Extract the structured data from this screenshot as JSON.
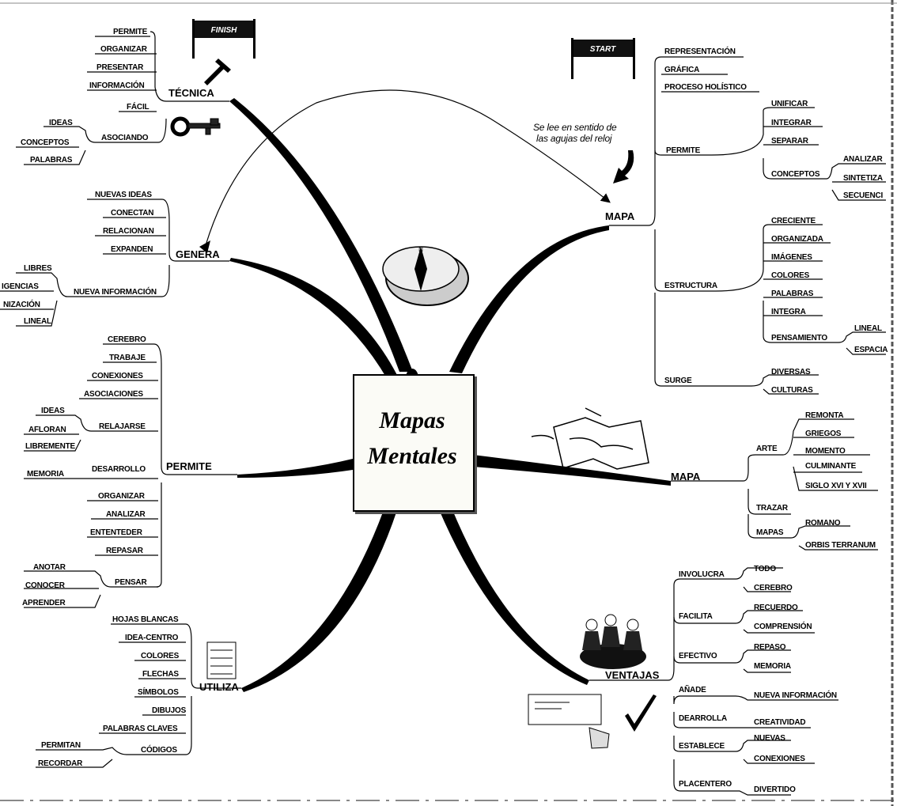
{
  "center": {
    "line1": "Mapas",
    "line2": "Mentales"
  },
  "flags": {
    "finish": "FINISH",
    "start": "START"
  },
  "note": {
    "line1": "Se lee en sentido de",
    "line2": "las agujas del reloj"
  },
  "branches": {
    "tecnica": {
      "label": "TÉCNICA",
      "items": [
        "PERMITE",
        "ORGANIZAR",
        "PRESENTAR",
        "INFORMACIÓN",
        "FÁCIL"
      ],
      "asociando": "ASOCIANDO",
      "asociando_items": [
        "IDEAS",
        "CONCEPTOS",
        "PALABRAS"
      ]
    },
    "genera": {
      "label": "GENERA",
      "items": [
        "NUEVAS IDEAS",
        "CONECTAN",
        "RELACIONAN",
        "EXPANDEN"
      ],
      "nueva": "NUEVA INFORMACIÓN",
      "nueva_items": [
        "LIBRES",
        "IGENCIAS",
        "NIZACIÓN",
        "LINEAL"
      ]
    },
    "permite": {
      "label": "PERMITE",
      "items": [
        "CEREBRO",
        "TRABAJE",
        "CONEXIONES",
        "ASOCIACIONES"
      ],
      "relajarse": "RELAJARSE",
      "relajarse_items": [
        "IDEAS",
        "AFLORAN",
        "LIBREMENTE"
      ],
      "desarrollo": "DESARROLLO",
      "memoria": "MEMORIA",
      "items2": [
        "ORGANIZAR",
        "ANALIZAR",
        "ENTENTEDER",
        "REPASAR"
      ],
      "pensar": "PENSAR",
      "pensar_items": [
        "ANOTAR",
        "CONOCER",
        "APRENDER"
      ]
    },
    "utiliza": {
      "label": "UTILIZA",
      "items": [
        "HOJAS BLANCAS",
        "IDEA-CENTRO",
        "COLORES",
        "FLECHAS",
        "SÍMBOLOS",
        "DIBUJOS",
        "PALABRAS CLAVES"
      ],
      "codigos": "CÓDIGOS",
      "codigos_items": [
        "PERMITAN",
        "RECORDAR"
      ]
    },
    "mapa": {
      "label": "MAPA",
      "top": [
        "REPRESENTACIÓN",
        "GRÁFICA",
        "PROCESO HOLÍSTICO"
      ],
      "permite": "PERMITE",
      "permite_items": [
        "UNIFICAR",
        "INTEGRAR",
        "SEPARAR"
      ],
      "conceptos": "CONCEPTOS",
      "conceptos_items": [
        "ANALIZAR",
        "SINTETIZA",
        "SECUENCI"
      ],
      "estructura": "ESTRUCTURA",
      "estructura_items": [
        "CRECIENTE",
        "ORGANIZADA",
        "IMÁGENES",
        "COLORES",
        "PALABRAS",
        "INTEGRA"
      ],
      "pensamiento": "PENSAMIENTO",
      "pensamiento_items": [
        "LINEAL",
        "ESPACIA"
      ],
      "surge": "SURGE",
      "surge_items": [
        "DIVERSAS",
        "CULTURAS"
      ]
    },
    "mapa2": {
      "label": "MAPA",
      "arte": "ARTE",
      "arte_items": [
        "REMONTA",
        "GRIEGOS",
        "MOMENTO",
        "CULMINANTE",
        "SIGLO XVI Y XVII"
      ],
      "trazar": "TRAZAR",
      "mapas": "MAPAS",
      "mapas_items": [
        "ROMANO",
        "ORBIS TERRANUM"
      ]
    },
    "ventajas": {
      "label": "VENTAJAS",
      "involucra": "INVOLUCRA",
      "involucra_items": [
        "TODO",
        "CEREBRO"
      ],
      "facilita": "FACILITA",
      "facilita_items": [
        "RECUERDO",
        "COMPRENSIÓN"
      ],
      "efectivo": "EFECTIVO",
      "efectivo_items": [
        "REPASO",
        "MEMORIA"
      ],
      "anade": "AÑADE",
      "anade_item": "NUEVA INFORMACIÓN",
      "desarrolla": "DEARROLLA",
      "desarrolla_item": "CREATIVIDAD",
      "establece": "ESTABLECE",
      "establece_items": [
        "NUEVAS",
        "CONEXIONES"
      ],
      "placentero": "PLACENTERO",
      "placentero_item": "DIVERTIDO"
    }
  },
  "icons": [
    "finish-flag-icon",
    "start-flag-icon",
    "key-icon",
    "compass-icon",
    "map-scroll-icon",
    "people-table-icon",
    "todo-list-icon",
    "checkmark-icon",
    "hand-paper-icon",
    "pin-icon"
  ]
}
